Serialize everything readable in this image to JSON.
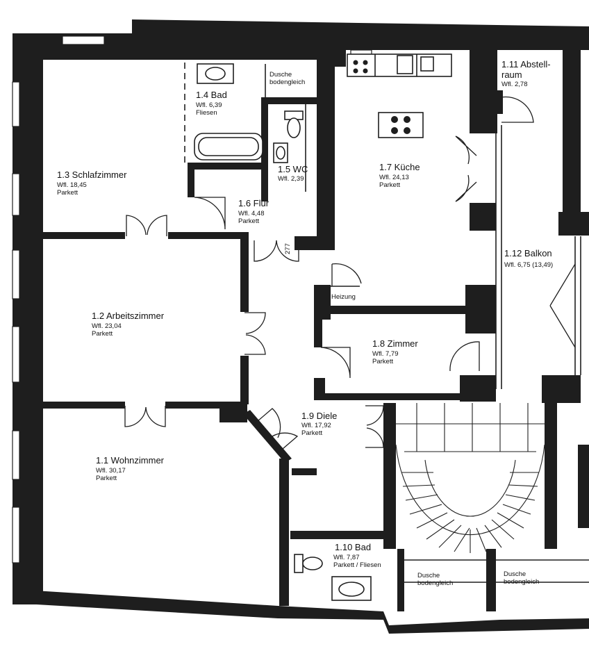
{
  "rooms": [
    {
      "id": "r11",
      "name": "1.1 Wohnzimmer",
      "area": "Wfl. 30,17",
      "floor": "Parkett"
    },
    {
      "id": "r12",
      "name": "1.2 Arbeitszimmer",
      "area": "Wfl. 23,04",
      "floor": "Parkett"
    },
    {
      "id": "r13",
      "name": "1.3 Schlafzimmer",
      "area": "Wfl. 18,45",
      "floor": "Parkett"
    },
    {
      "id": "r14",
      "name": "1.4 Bad",
      "area": "Wfl. 6,39",
      "floor": "Fliesen"
    },
    {
      "id": "r15",
      "name": "1.5 WC",
      "area": "Wfl. 2,39"
    },
    {
      "id": "r16",
      "name": "1.6 Flur",
      "area": "Wfl. 4,48",
      "floor": "Parkett"
    },
    {
      "id": "r17",
      "name": "1.7 Küche",
      "area": "Wfl. 24,13",
      "floor": "Parkett"
    },
    {
      "id": "r18",
      "name": "1.8 Zimmer",
      "area": "Wfl. 7,79",
      "floor": "Parkett"
    },
    {
      "id": "r19",
      "name": "1.9 Diele",
      "area": "Wfl. 17,92",
      "floor": "Parkett"
    },
    {
      "id": "r110",
      "name": "1.10 Bad",
      "area": "Wfl. 7,87",
      "floor": "Parkett / Fliesen"
    },
    {
      "id": "r111",
      "name_line1": "1.11 Abstell-",
      "name_line2": "raum",
      "area": "Wfl. 2,78"
    },
    {
      "id": "r112",
      "name": "1.12 Balkon",
      "area": "Wfl. 6,75 (13,49)"
    }
  ],
  "labels": {
    "shower_top_1": "Dusche",
    "shower_top_2": "bodengleich",
    "shower_bottom_left_1": "Dusche",
    "shower_bottom_left_2": "bodengleich",
    "shower_bottom_right_1": "Dusche",
    "shower_bottom_right_2": "bodengleich",
    "heating": "Heizung",
    "wall_dimension": "277"
  }
}
